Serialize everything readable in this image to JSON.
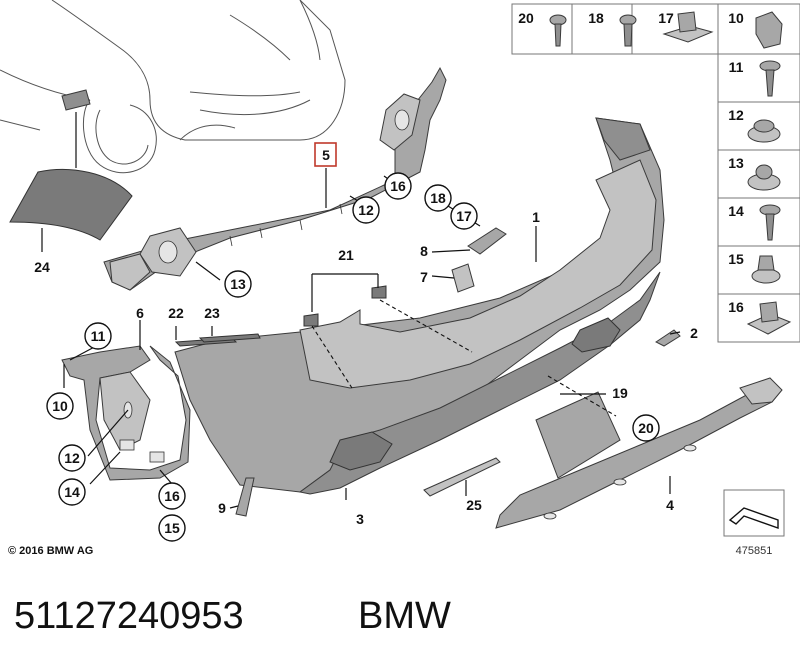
{
  "diagram": {
    "copyright": "© 2016 BMW AG",
    "figure_number": "475851",
    "highlighted_part": "5",
    "part_numbers": {
      "p1": "1",
      "p2": "2",
      "p3": "3",
      "p4": "4",
      "p5": "5",
      "p6": "6",
      "p7": "7",
      "p8": "8",
      "p9": "9",
      "p10": "10",
      "p11": "11",
      "p12": "12",
      "p13": "13",
      "p14": "14",
      "p15": "15",
      "p16": "16",
      "p17": "17",
      "p18": "18",
      "p19": "19",
      "p20": "20",
      "p21": "21",
      "p22": "22",
      "p23": "23",
      "p24": "24",
      "p25": "25"
    },
    "fastener_grid": {
      "top_row": [
        "20",
        "18",
        "17",
        "10"
      ],
      "side_column": [
        "11",
        "12",
        "13",
        "14",
        "15",
        "16"
      ]
    }
  },
  "caption": {
    "part_number": "51127240953",
    "brand": "BMW"
  },
  "colors": {
    "part_fill": "#a7a7a7",
    "highlight_frame": "#c0392b",
    "line": "#111111"
  }
}
